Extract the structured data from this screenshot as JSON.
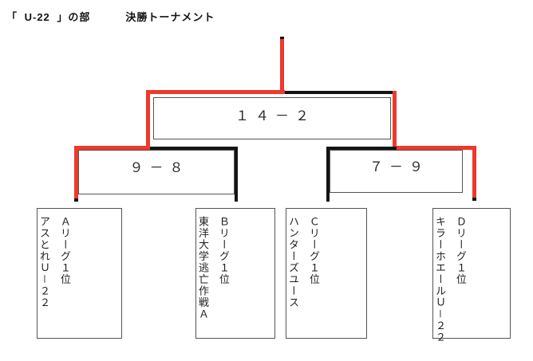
{
  "title": {
    "division": "「 U-22 」の部",
    "heading": "決勝トーナメント"
  },
  "colors": {
    "winner": "#ee392b",
    "loser": "#141414",
    "border": "#555555",
    "text": "#1f1f1f"
  },
  "final": {
    "score": "１４－２"
  },
  "semifinals": [
    {
      "score": "９－８"
    },
    {
      "score": "７－９"
    }
  ],
  "teams": [
    {
      "league": "Ａリーグ１位",
      "name": "アスとれＵ－２２"
    },
    {
      "league": "Ｂリーグ１位",
      "name": "東洋大学逃亡作戦Ａ"
    },
    {
      "league": "Ｃリーグ１位",
      "name": "ハンターズユース"
    },
    {
      "league": "Ｄリーグ１位",
      "name": "キラーホエールＵ－２２"
    }
  ]
}
